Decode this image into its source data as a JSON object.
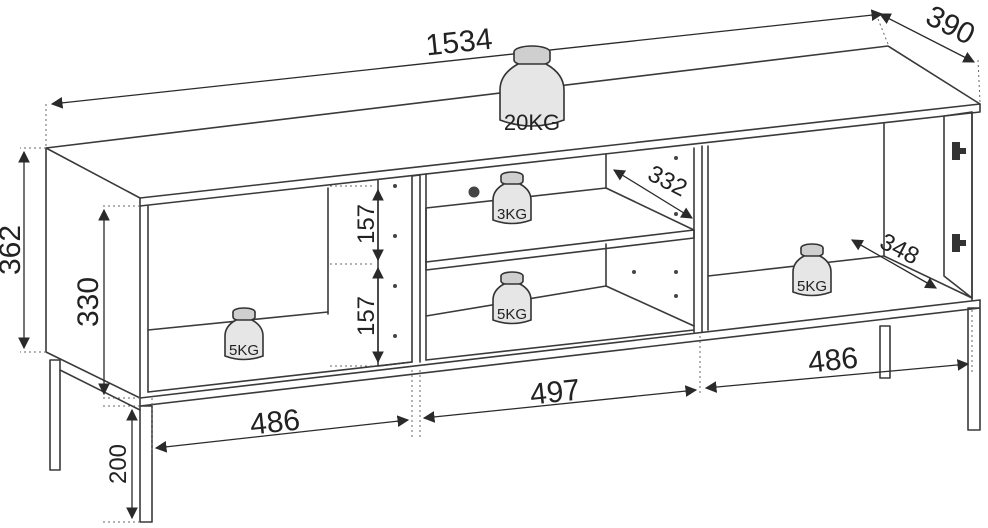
{
  "dimensions": {
    "width": "1534",
    "depth": "390",
    "height_total": "362",
    "height_body": "330",
    "leg_height": "200",
    "shelf_gap_top": "157",
    "shelf_gap_bottom": "157",
    "inner_depth_middle": "332",
    "inner_depth_right": "348",
    "compartment_left": "486",
    "compartment_middle": "497",
    "compartment_right": "486"
  },
  "loads": {
    "top": "20KG",
    "middle_shelf": "3KG",
    "middle_bottom": "5KG",
    "left_bottom": "5KG",
    "right_bottom": "5KG"
  }
}
